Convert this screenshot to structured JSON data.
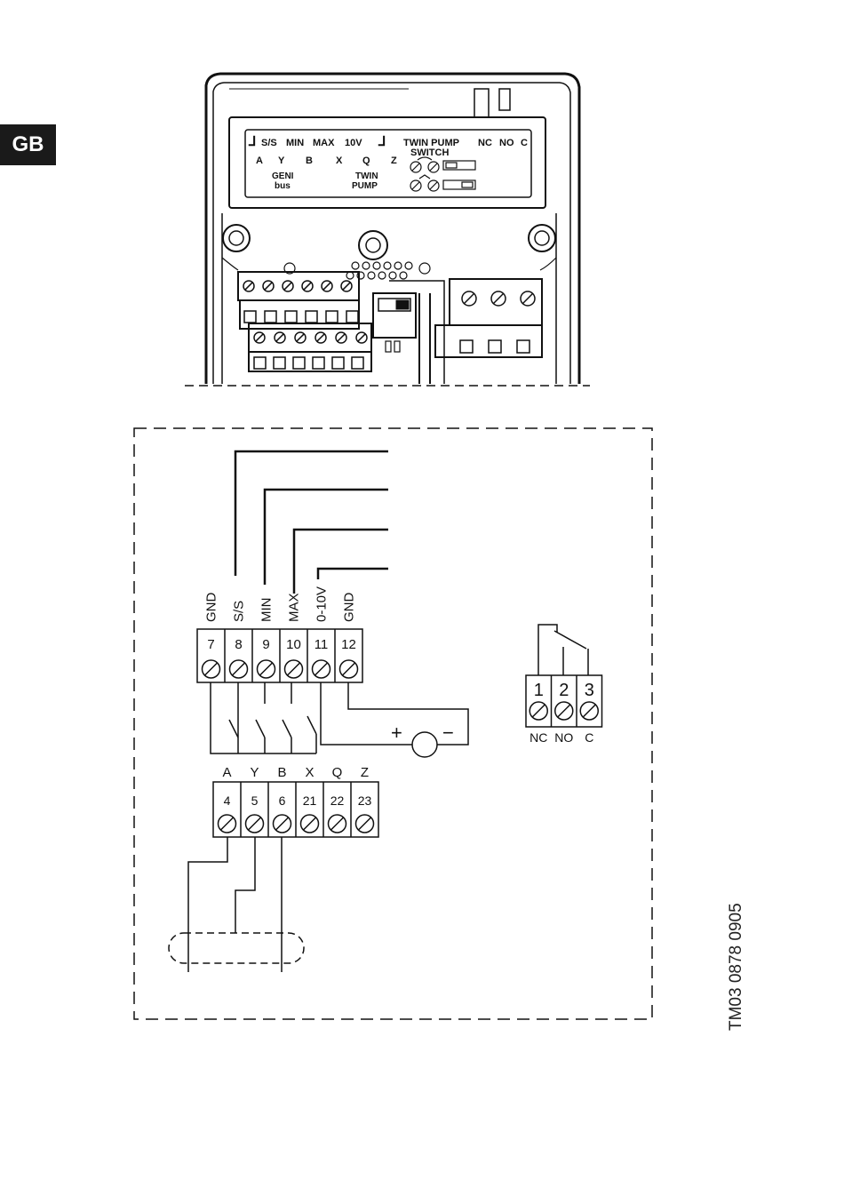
{
  "side_tab": {
    "label": "GB"
  },
  "front_panel": {
    "row1": [
      "S/S",
      "MIN",
      "MAX",
      "10V",
      "TWIN PUMP",
      "NC",
      "NO",
      "C"
    ],
    "row1b": "SWITCH",
    "row2": [
      "A",
      "Y",
      "B",
      "X",
      "Q",
      "Z"
    ],
    "geni_label": [
      "GENI",
      "bus"
    ],
    "twin_pump_label": [
      "TWIN",
      "PUMP"
    ]
  },
  "schematic": {
    "upper_terminals": [
      {
        "func": "GND",
        "num": "7"
      },
      {
        "func": "S/S",
        "num": "8"
      },
      {
        "func": "MIN",
        "num": "9"
      },
      {
        "func": "MAX",
        "num": "10"
      },
      {
        "func": "0-10V",
        "num": "11"
      },
      {
        "func": "GND",
        "num": "12"
      }
    ],
    "lower_terminals": [
      {
        "func": "A",
        "num": "4"
      },
      {
        "func": "Y",
        "num": "5"
      },
      {
        "func": "B",
        "num": "6"
      },
      {
        "func": "X",
        "num": "21"
      },
      {
        "func": "Q",
        "num": "22"
      },
      {
        "func": "Z",
        "num": "23"
      }
    ],
    "relay_terminals": [
      {
        "num": "1",
        "func": "NC"
      },
      {
        "num": "2",
        "func": "NO"
      },
      {
        "num": "3",
        "func": "C"
      }
    ],
    "plus_sign": "+",
    "minus_sign": "−"
  },
  "drawing_code": "TM03 0878 0905"
}
